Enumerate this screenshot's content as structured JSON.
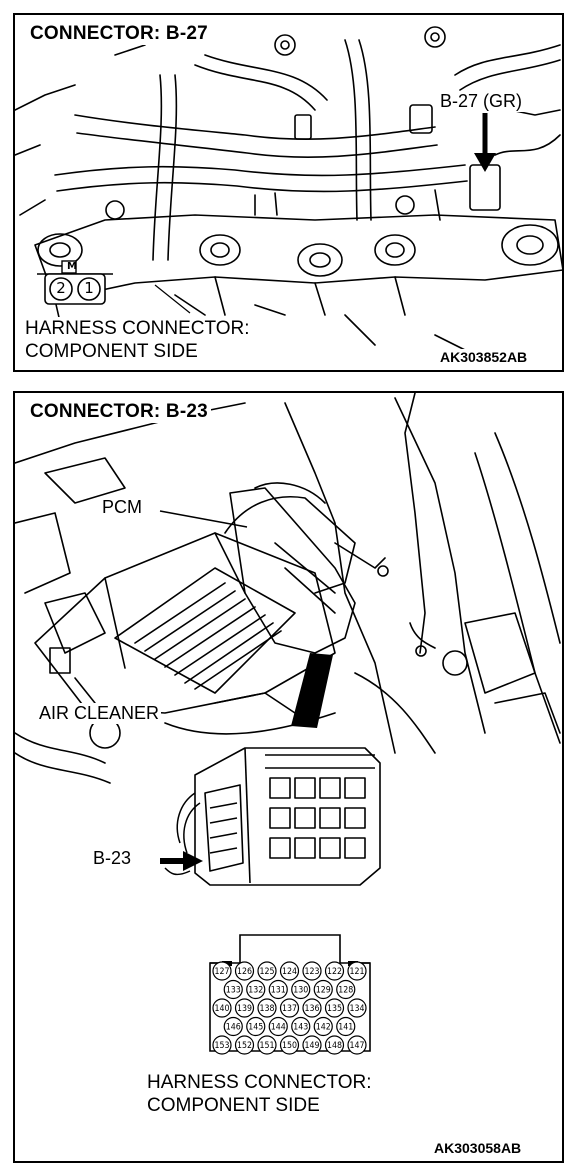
{
  "panel_top": {
    "title": "CONNECTOR: B-27",
    "callout": "B-27 (GR)",
    "connector_pins": [
      "2",
      "1"
    ],
    "connector_tab": "M",
    "caption_line1": "HARNESS CONNECTOR:",
    "caption_line2": "COMPONENT SIDE",
    "code": "AK303852AB"
  },
  "panel_bottom": {
    "title": "CONNECTOR: B-23",
    "pcm_label": "PCM",
    "air_cleaner_label": "AIR CLEANER",
    "callout": "B-23",
    "connector_pins": [
      [
        "127",
        "126",
        "125",
        "124",
        "123",
        "122",
        "121"
      ],
      [
        "133",
        "132",
        "131",
        "130",
        "129",
        "128"
      ],
      [
        "140",
        "139",
        "138",
        "137",
        "136",
        "135",
        "134"
      ],
      [
        "146",
        "145",
        "144",
        "143",
        "142",
        "141"
      ],
      [
        "153",
        "152",
        "151",
        "150",
        "149",
        "148",
        "147"
      ]
    ],
    "caption_line1": "HARNESS CONNECTOR:",
    "caption_line2": "COMPONENT SIDE",
    "code": "AK303058AB"
  }
}
